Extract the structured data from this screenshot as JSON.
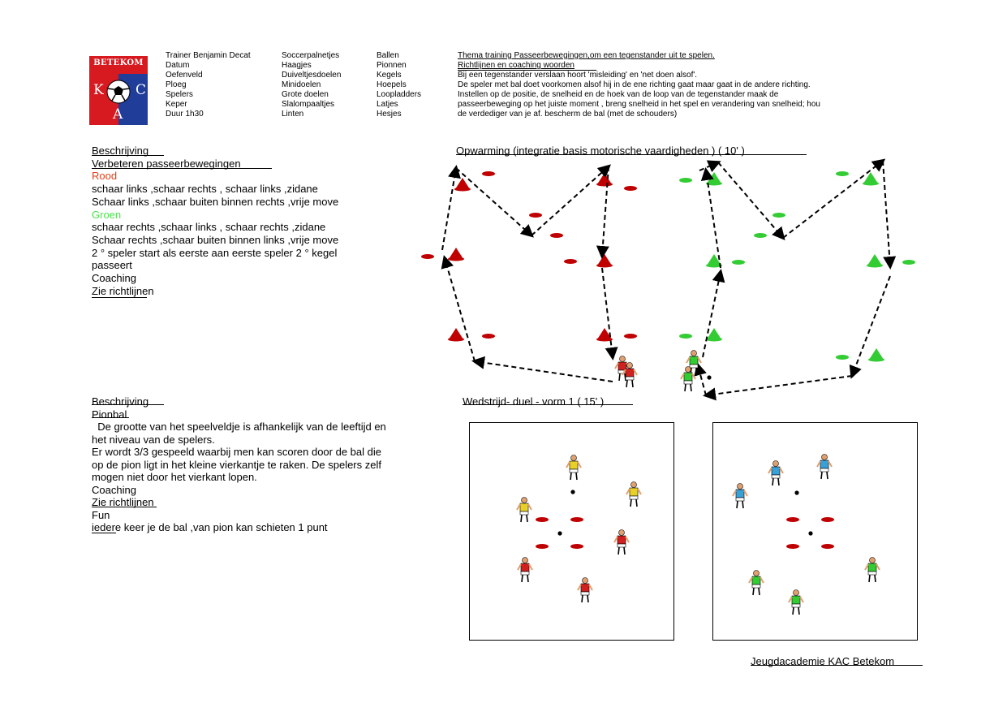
{
  "logo": {
    "top_text": "BETEKOM",
    "letters": [
      "K",
      "C",
      "A"
    ]
  },
  "header": {
    "col1": [
      "Trainer Benjamin Decat",
      "Datum",
      "Oefenveld",
      "Ploeg",
      "Spelers",
      "Keper",
      "Duur 1h30"
    ],
    "col2": [
      "Soccerpalnetjes",
      "Haagjes",
      "Duiveltjesdoelen",
      "Minidoelen",
      "Grote doelen",
      "Slalompaaltjes",
      "Linten"
    ],
    "col3": [
      "Ballen",
      "Pionnen",
      "Kegels",
      "Hoepels",
      "Loopladders",
      "Latjes",
      "Hesjes"
    ],
    "col4": [
      "Thema training Passeerbewegingen,om een tegenstander uit te spelen.",
      "Richtlijnen en coaching woorden",
      "Bij een tegenstander verslaan hoort 'misleiding' en 'net doen alsof'.",
      "De speler met bal doet voorkomen alsof hij in de ene richting gaat maar gaat in de andere richting.",
      "Instellen op de positie, de snelheid en de hoek van de loop van de tegenstander maak de",
      "passeerbeweging op het juiste moment , breng snelheid in het spel en verandering van snelheid; hou",
      "de verdediger van je af. bescherm de bal (met de schouders)"
    ]
  },
  "section1": {
    "lines": [
      {
        "text": "Beschrijving",
        "style": "plain"
      },
      {
        "text": "Verbeteren passeerbewegingen",
        "style": "plain"
      },
      {
        "text": "Rood",
        "style": "red"
      },
      {
        "text": "schaar links ,schaar rechts , schaar links ,zidane",
        "style": "plain"
      },
      {
        "text": "Schaar links ,schaar buiten binnen rechts ,vrije move",
        "style": "plain"
      },
      {
        "text": "Groen",
        "style": "green"
      },
      {
        "text": "schaar rechts ,schaar links , schaar rechts ,zidane",
        "style": "plain"
      },
      {
        "text": "Schaar rechts ,schaar buiten binnen links ,vrije move",
        "style": "plain"
      },
      {
        "text": "2 ° speler start als eerste aan eerste speler 2 ° kegel",
        "style": "plain"
      },
      {
        "text": "passeert",
        "style": "plain"
      },
      {
        "text": "Coaching",
        "style": "plain"
      },
      {
        "text": "Zie richtlijnen",
        "style": "plain"
      }
    ],
    "diagram_title": "Opwarming (integratie basis motorische vaardigheden ) ( 10' )"
  },
  "section2": {
    "lines": [
      {
        "text": "Beschrijving"
      },
      {
        "text": "Pionbal"
      },
      {
        "text": "  De grootte van het speelveldje is afhankelijk van de leeftijd en"
      },
      {
        "text": "het niveau van de spelers."
      },
      {
        "text": "Er wordt 3/3 gespeeld waarbij men kan scoren door de bal die"
      },
      {
        "text": "op de pion ligt in het kleine vierkantje te raken. De spelers zelf"
      },
      {
        "text": "mogen niet door het vierkant lopen."
      },
      {
        "text": "Coaching"
      },
      {
        "text": "Zie richtlijnen"
      },
      {
        "text": "Fun"
      },
      {
        "text": "iedere keer je de bal ,van pion kan schieten 1 punt"
      }
    ],
    "diagram_title": "Wedstrijd- duel - vorm 1 ( 15' )"
  },
  "footer": "Jeugdacademie KAC Betekom",
  "colors": {
    "red": "#c00000",
    "green": "#33cc33",
    "logo_red": "#d71920",
    "logo_blue": "#1f3d99",
    "yellow": "#e8d02a",
    "blue_player": "#3aa0d8"
  }
}
